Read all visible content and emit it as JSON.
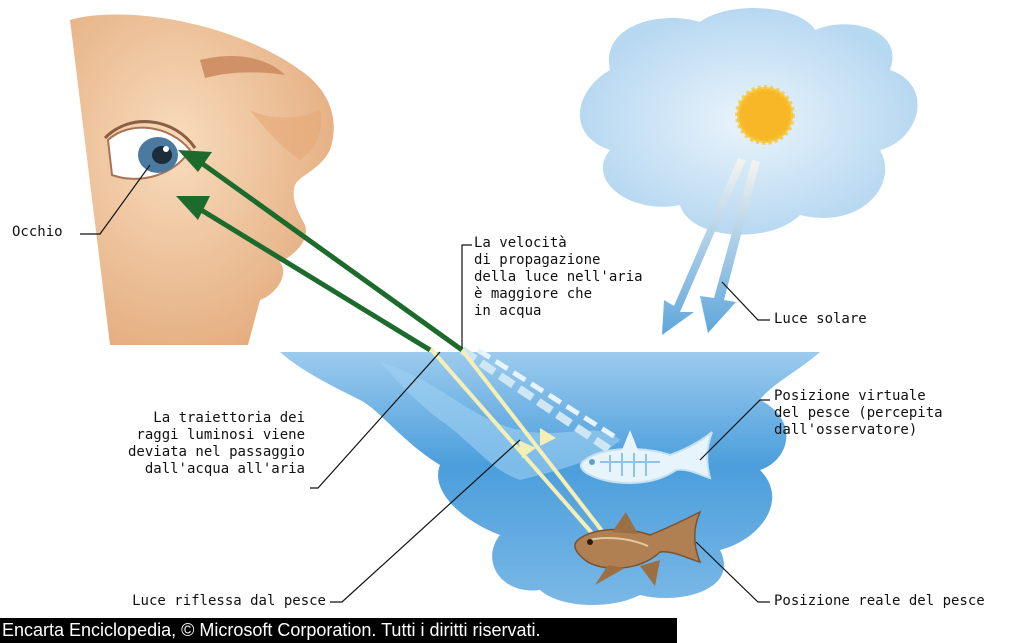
{
  "labels": {
    "eye": "Occhio",
    "speed": "La velocità\ndi propagazione\ndella luce nell'aria\nè maggiore che\nin acqua",
    "sunlight": "Luce solare",
    "trajectory": "La traiettoria dei\nraggi luminosi viene\ndeviata nel passaggio\ndall'acqua all'aria",
    "virtual_position": "Posizione virtuale\ndel pesce (percepita\ndall'osservatore)",
    "reflected_light": "Luce riflessa dal pesce",
    "real_position": "Posizione reale del pesce"
  },
  "credit": "Encarta Enciclopedia, © Microsoft Corporation. Tutti i diritti riservati.",
  "colors": {
    "skin": "#f2cfa6",
    "skin_shadow": "#d99c6e",
    "sky": "#cfe6f6",
    "water": "#4fa3de",
    "water_light": "#bde0f6",
    "sun": "#f7b726",
    "ray_green": "#1d6b2c",
    "ray_yellow": "#f5efb5",
    "sun_ray": "#6fb1de",
    "fish_real": "#b08052",
    "fish_virtual": "#e8f4fb"
  }
}
